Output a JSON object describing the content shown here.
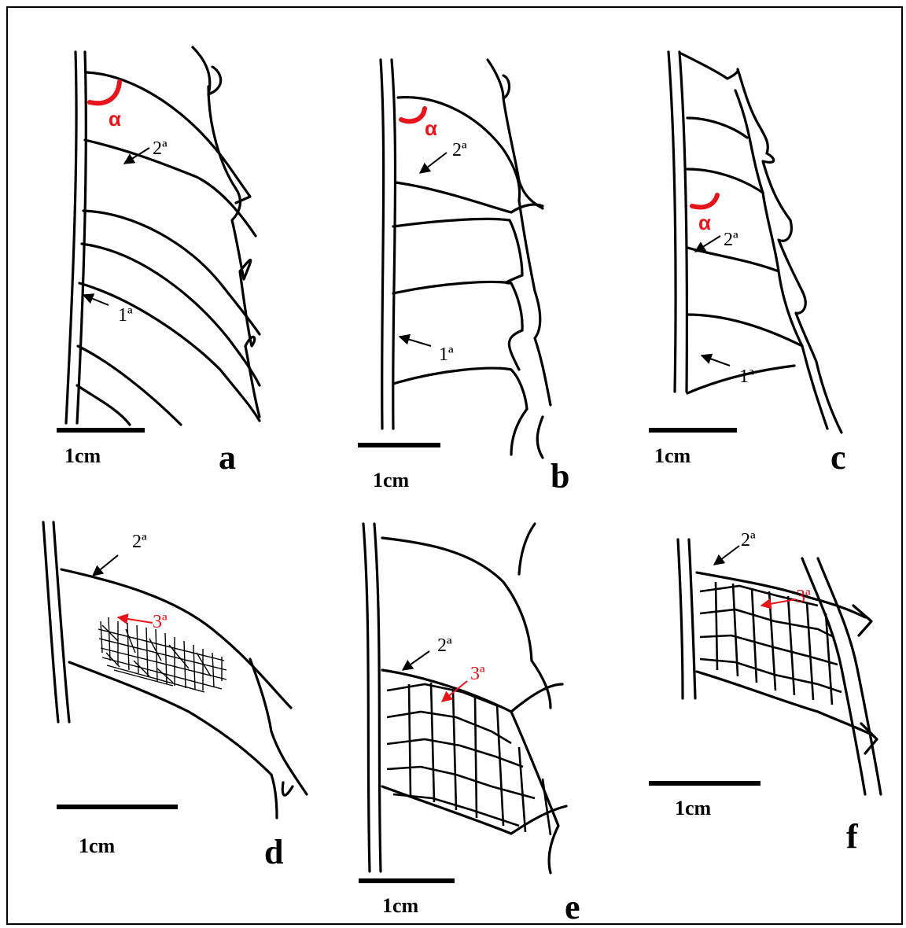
{
  "colors": {
    "ink": "#000000",
    "accent_red": "#e8141b",
    "background": "#ffffff"
  },
  "panels": {
    "a": {
      "letter": "a",
      "scale": "1cm",
      "alpha": "α",
      "secondary": "2ª",
      "primary": "1ª"
    },
    "b": {
      "letter": "b",
      "scale": "1cm",
      "alpha": "α",
      "secondary": "2ª",
      "primary": "1ª"
    },
    "c": {
      "letter": "c",
      "scale": "1cm",
      "alpha": "α",
      "secondary": "2ª",
      "primary": "1ª"
    },
    "d": {
      "letter": "d",
      "scale": "1cm",
      "secondary": "2ª",
      "tertiary": "3ª"
    },
    "e": {
      "letter": "e",
      "scale": "1cm",
      "secondary": "2ª",
      "tertiary": "3ª"
    },
    "f": {
      "letter": "f",
      "scale": "1cm",
      "secondary": "2ª",
      "tertiary": "3ª"
    }
  }
}
